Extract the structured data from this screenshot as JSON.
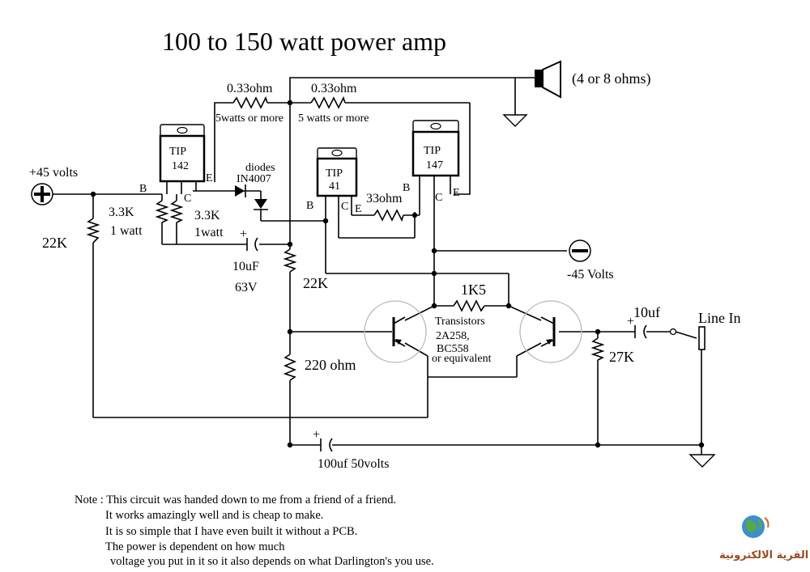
{
  "title": "100 to 150 watt power amp",
  "labels": {
    "r_emitter_top_left": "0.33ohm",
    "r_emitter_top_left_rating": "5watts or more",
    "r_emitter_top_right": "0.33ohm",
    "r_emitter_top_right_rating": "5 watts or more",
    "speaker": "(4 or 8 ohms)",
    "supply_pos": "+45 volts",
    "supply_neg": "-45 Volts",
    "tip142_line1": "TIP",
    "tip142_line2": "142",
    "tip41_line1": "TIP",
    "tip41_line2": "41",
    "tip147_line1": "TIP",
    "tip147_line2": "147",
    "diodes_line1": "diodes",
    "diodes_line2": "IN4007",
    "r_33ohm": "33ohm",
    "r_3k3_a": "3.3K",
    "r_3k3_a_rating": "1 watt",
    "r_3k3_b": "3.3K",
    "r_3k3_b_rating": "1watt",
    "r_22k_left": "22K",
    "r_22k_mid": "22K",
    "cap_10uf_a": "10uF",
    "cap_10uf_a_rating": "63V",
    "r_1k5": "1K5",
    "transistors_line1": "Transistors",
    "transistors_line2": "2A258,",
    "transistors_line3": "BC558",
    "transistors_line4": "or  equivalent",
    "r_220": "220 ohm",
    "cap_10uf_in": "10uf",
    "line_in": "Line In",
    "r_27k": "27K",
    "cap_100uf": "100uf  50volts",
    "pin_B": "B",
    "pin_C": "C",
    "pin_E": "E",
    "plus": "+"
  },
  "note": [
    "Note : This circuit was handed down to me from a friend of a friend.",
    "It works amazingly well and is cheap to make.",
    "It is so simple that I have even built it without a PCB.",
    "The power is dependent on how much",
    "voltage you put in it so it also depends on what Darlington's you use."
  ],
  "watermark": "القرية الالكترونية",
  "colors": {
    "ink": "#000000",
    "transistor_ring": "#b8b8b8",
    "watermark": "#9a4d20"
  }
}
